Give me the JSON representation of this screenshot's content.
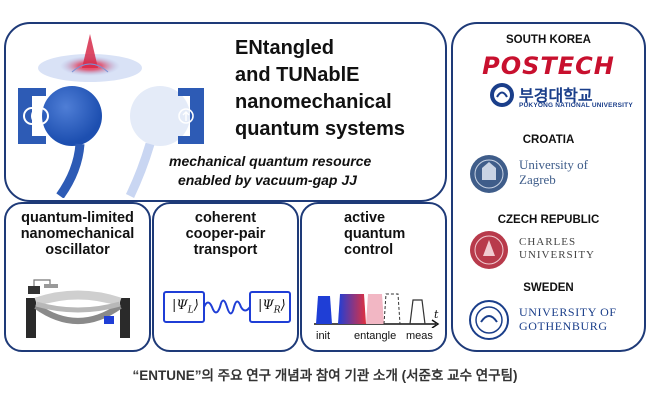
{
  "main": {
    "title_lines": [
      {
        "bold": "EN",
        "rest": "tangled"
      },
      {
        "bold": "and TUN",
        "rest": "ab",
        "bold2": "l",
        "rest2": "E"
      },
      {
        "bold": "",
        "rest": "nanomechanical"
      },
      {
        "bold": "",
        "rest": "quantum systems"
      }
    ],
    "tagline_1": "mechanical quantum resource",
    "tagline_2": "enabled by vacuum-gap JJ"
  },
  "subpanels": [
    {
      "title_lines": [
        "quantum-limited",
        "nanomechanical",
        "oscillator"
      ]
    },
    {
      "title_lines": [
        "coherent",
        "cooper-pair",
        "transport"
      ],
      "psi_left": "|Ψ",
      "psi_left_sub": "L",
      "psi_right": "|Ψ",
      "psi_right_sub": "R"
    },
    {
      "title_lines": [
        "active",
        "quantum",
        "control"
      ],
      "axis_t": "t",
      "labels": [
        "init",
        "entangle",
        "meas"
      ]
    }
  ],
  "partners": {
    "south_korea": {
      "country": "SOUTH KOREA",
      "logo_text": "POSTECH",
      "pk_korean": "부경대학교",
      "pk_english": "PUKYONG NATIONAL UNIVERSITY"
    },
    "croatia": {
      "country": "CROATIA",
      "uni_line_1": "University of",
      "uni_line_2": "Zagreb"
    },
    "czech": {
      "country": "CZECH REPUBLIC",
      "uni_line_1": "CHARLES",
      "uni_line_2": "UNIVERSITY"
    },
    "sweden": {
      "country": "SWEDEN",
      "uni_line_1": "UNIVERSITY OF",
      "uni_line_2": "GOTHENBURG"
    }
  },
  "caption": "“ENTUNE”의 주요 연구 개념과 참여 기관 소개 (서준호 교수 연구팀)",
  "colors": {
    "border": "#1e3a78",
    "postech_red": "#c8102e",
    "pk_blue": "#1a3e8a",
    "gauss_red": "#d62a4a",
    "pulse_blue": "#1f3ed6"
  }
}
